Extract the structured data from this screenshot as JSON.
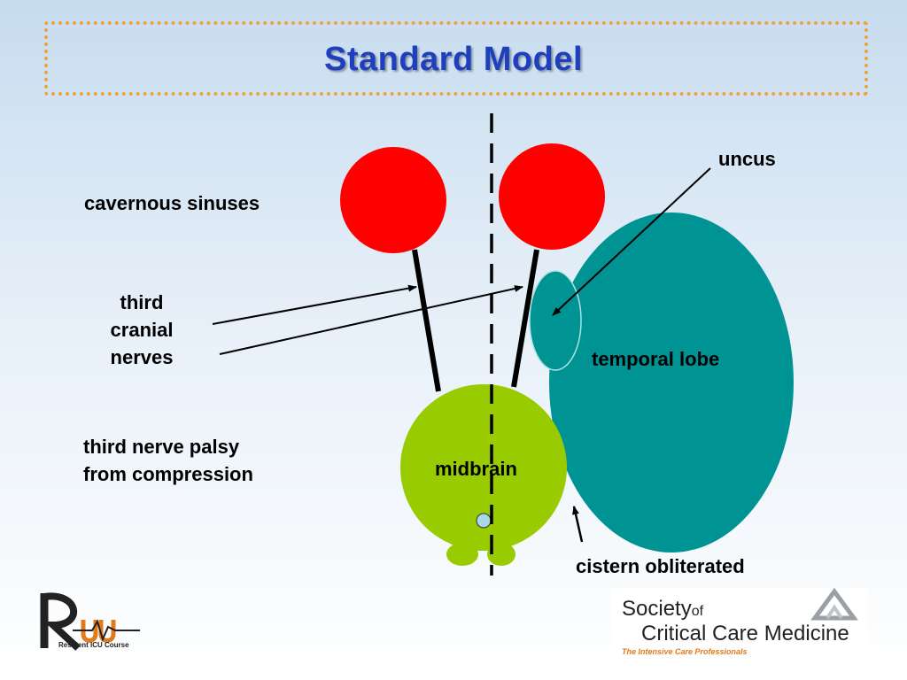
{
  "slide": {
    "title": "Standard Model"
  },
  "labels": {
    "cavernous_sinuses": "cavernous sinuses",
    "third_cranial_nerves": [
      "third",
      "cranial",
      "nerves"
    ],
    "third_nerve_palsy": [
      "third nerve palsy",
      "from compression"
    ],
    "uncus": "uncus",
    "temporal_lobe": "temporal lobe",
    "midbrain": "midbrain",
    "cistern_obliterated": "cistern obliterated"
  },
  "logos": {
    "ricu": {
      "mark": "RICU",
      "subtitle": "Resident ICU Course"
    },
    "sccm": {
      "line1": "Society",
      "line1_of": "of",
      "line2": "Critical Care Medicine",
      "tagline": "The Intensive Care Professionals"
    }
  },
  "colors": {
    "sinus": "#ff0000",
    "temporal_lobe": "#009393",
    "midbrain": "#99cc00",
    "title": "#1f3fbf",
    "title_border": "#f0a23a",
    "midline": "#000000"
  }
}
